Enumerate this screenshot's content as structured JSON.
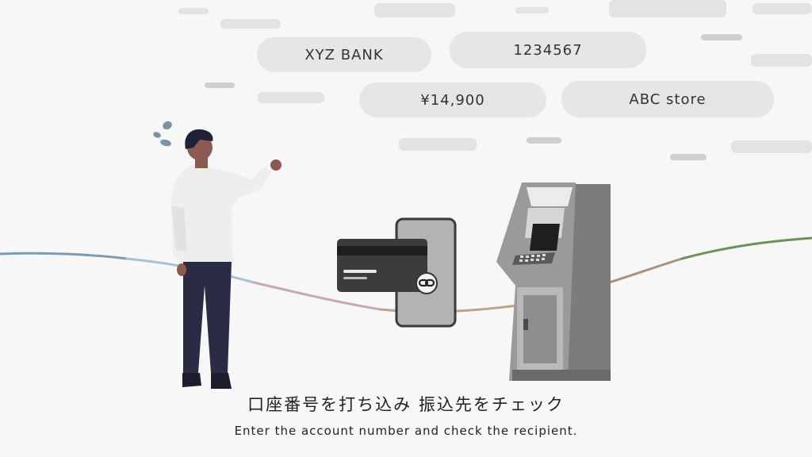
{
  "pills": {
    "bank": "XYZ BANK",
    "account": "1234567",
    "amount": "¥14,900",
    "recipient": "ABC store"
  },
  "caption": {
    "japanese": "口座番号を打ち込み 振込先をチェック",
    "english": "Enter the account number and check the recipient."
  },
  "colors": {
    "background": "#f7f7f7",
    "pill": "#e6e6e6",
    "atm_body": "#8a8a8a",
    "shirt": "#eeeeee",
    "pants": "#2a2c45",
    "skin": "#8b5b53"
  }
}
